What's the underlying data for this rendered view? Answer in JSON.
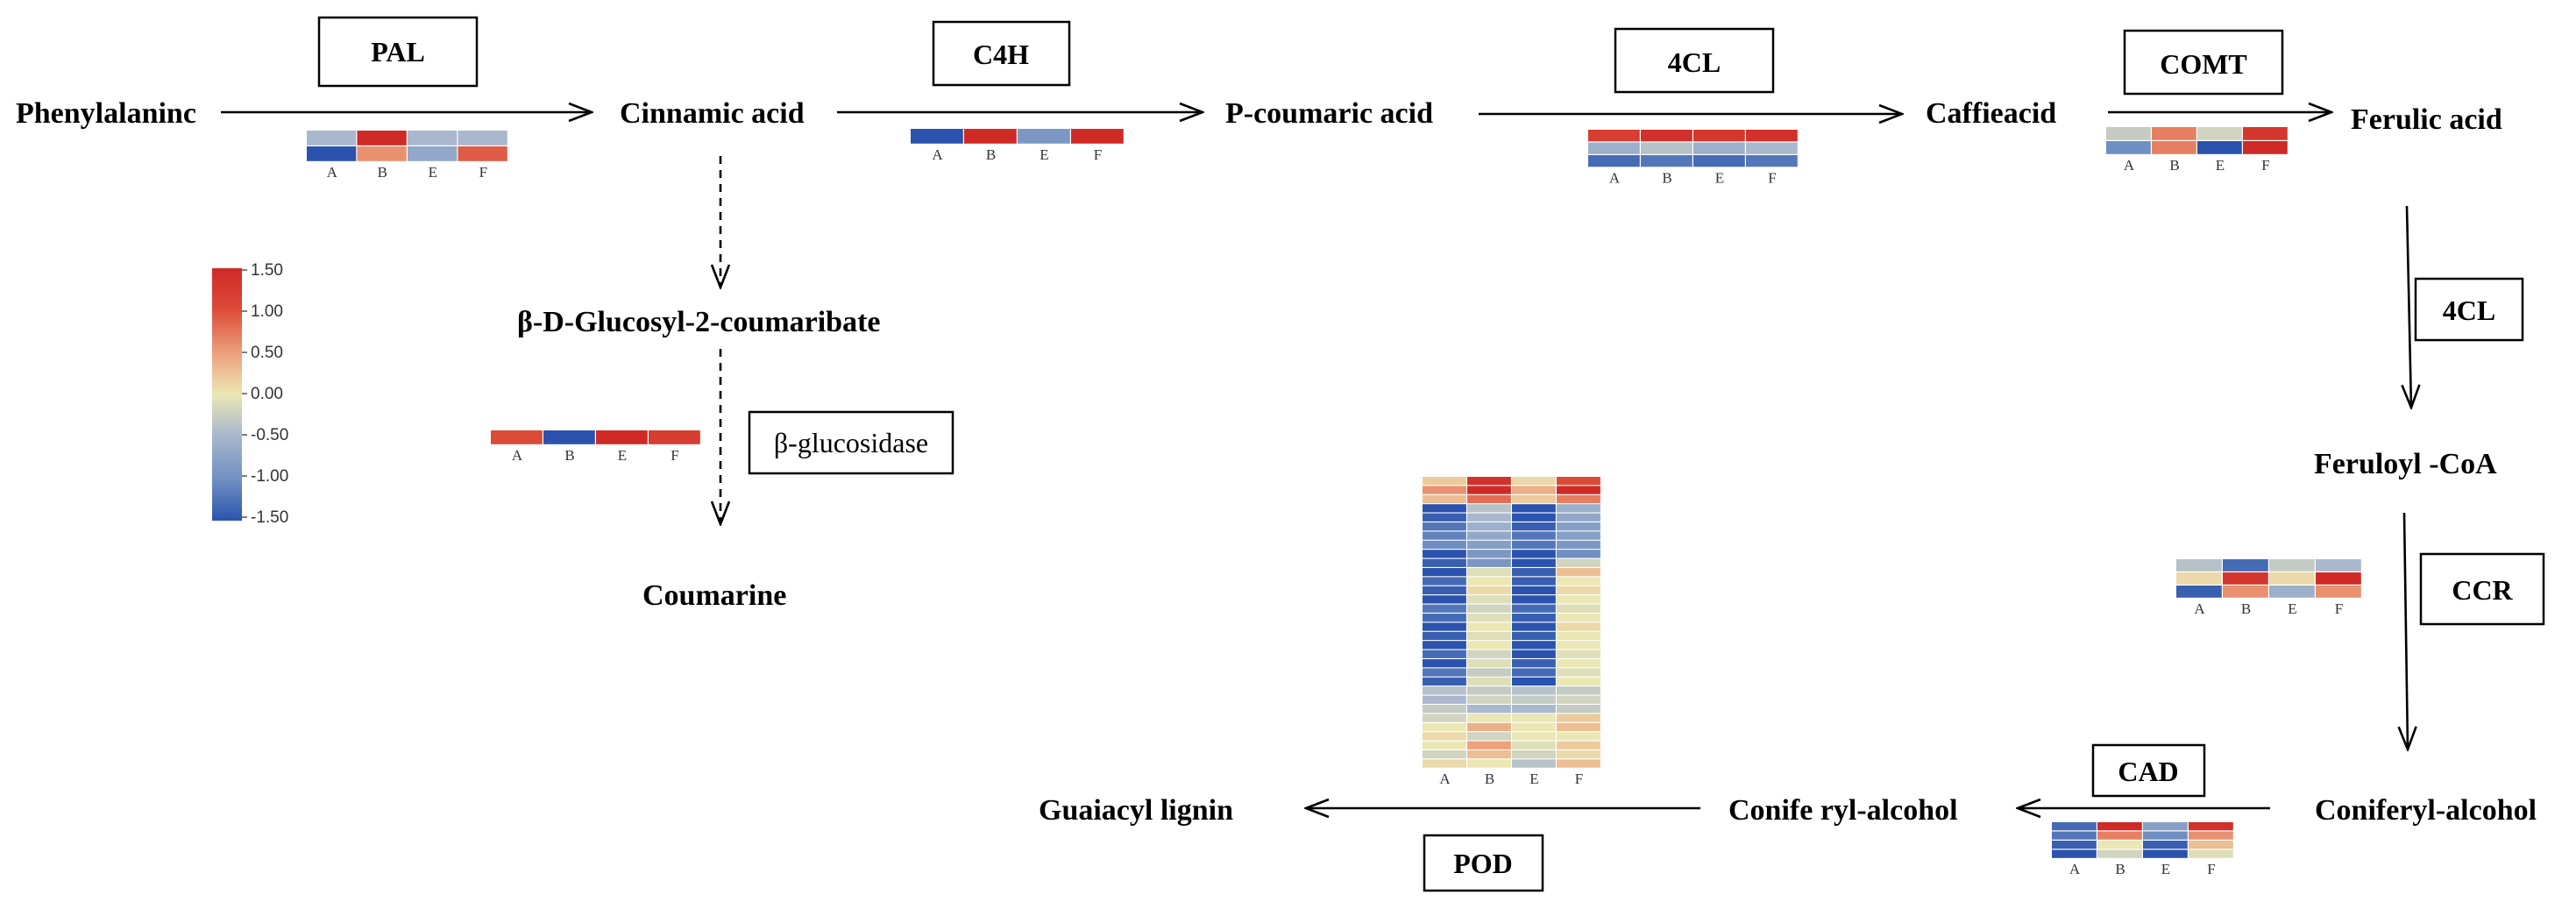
{
  "colors": {
    "scale": [
      "#2b53ad",
      "#6f8fc2",
      "#a9b8cd",
      "#ebe7b4",
      "#eca27d",
      "#dc4a38",
      "#cf2a26"
    ],
    "line": "#000000"
  },
  "color_scale": {
    "min": -1.5,
    "max": 1.5,
    "ticks": [
      "1.50",
      "1.00",
      "0.50",
      "0.00",
      "-0.50",
      "-1.00",
      "-1.50"
    ]
  },
  "compounds": {
    "phenylalanine": "Phenylalaninc",
    "cinnamic": "Cinnamic acid",
    "pcoumaric": "P-coumaric acid",
    "caffeic": "Caffieacid",
    "ferulic": "Ferulic acid",
    "glucosyl": "β-D-Glucosyl-2-coumaribate",
    "coumarine": "Coumarine",
    "feruloyl": "Feruloyl -CoA",
    "coniferyl": "Coniferyl-alcohol",
    "conife": "Conife ryl-alcohol",
    "guaiacyl": "Guaiacyl lignin"
  },
  "enzymes": {
    "pal": "PAL",
    "c4h": "C4H",
    "cl1": "4CL",
    "comt": "COMT",
    "cl2": "4CL",
    "bgluc": "β-glucosidase",
    "ccr": "CCR",
    "cad": "CAD",
    "pod": "POD"
  },
  "heatmaps": {
    "columns": [
      "A",
      "B",
      "E",
      "F"
    ],
    "pal": [
      [
        -0.5,
        1.5,
        -0.5,
        -0.5
      ],
      [
        -1.5,
        0.6,
        -0.7,
        0.9
      ]
    ],
    "c4h": [
      [
        -1.5,
        1.5,
        -0.9,
        1.5
      ]
    ],
    "cl": [
      [
        1.2,
        1.4,
        1.3,
        1.4
      ],
      [
        -0.6,
        -0.4,
        -0.6,
        -0.5
      ],
      [
        -1.3,
        -1.2,
        -1.3,
        -1.2
      ]
    ],
    "comt": [
      [
        -0.3,
        0.7,
        -0.2,
        1.3
      ],
      [
        -1.0,
        0.7,
        -1.5,
        1.5
      ]
    ],
    "bgluc": [
      [
        1.0,
        -1.5,
        1.5,
        1.2
      ]
    ],
    "ccr": [
      [
        -0.4,
        -1.3,
        -0.3,
        -0.5
      ],
      [
        0.1,
        1.3,
        0.1,
        1.5
      ],
      [
        -1.4,
        0.6,
        -0.6,
        0.6
      ]
    ],
    "cad": [
      [
        -1.3,
        1.5,
        -0.8,
        1.4
      ],
      [
        -1.2,
        0.7,
        -1.0,
        0.6
      ],
      [
        -1.4,
        0.0,
        -1.4,
        0.3
      ],
      [
        -1.5,
        -0.2,
        -1.5,
        -0.1
      ]
    ],
    "pod": [
      [
        0.2,
        1.4,
        0.1,
        1.0
      ],
      [
        0.6,
        1.5,
        0.4,
        1.5
      ],
      [
        0.3,
        0.8,
        0.2,
        0.7
      ],
      [
        -1.5,
        -0.4,
        -1.5,
        -0.6
      ],
      [
        -1.4,
        -0.5,
        -1.5,
        -0.7
      ],
      [
        -1.2,
        -0.6,
        -1.4,
        -0.8
      ],
      [
        -1.1,
        -0.7,
        -1.2,
        -0.8
      ],
      [
        -1.0,
        -0.8,
        -1.2,
        -0.9
      ],
      [
        -1.5,
        -0.9,
        -1.5,
        -1.0
      ],
      [
        -1.4,
        -0.9,
        -1.5,
        -0.2
      ],
      [
        -1.5,
        -0.1,
        -1.4,
        0.3
      ],
      [
        -1.3,
        0.0,
        -1.4,
        0.0
      ],
      [
        -1.4,
        0.1,
        -1.5,
        0.1
      ],
      [
        -1.5,
        -0.1,
        -1.5,
        0.0
      ],
      [
        -1.2,
        -0.2,
        -1.3,
        -0.1
      ],
      [
        -1.3,
        -0.1,
        -1.4,
        0.0
      ],
      [
        -1.5,
        0.0,
        -1.5,
        0.1
      ],
      [
        -1.4,
        -0.1,
        -1.4,
        0.0
      ],
      [
        -1.5,
        0.0,
        -1.5,
        0.0
      ],
      [
        -1.3,
        -0.2,
        -1.5,
        -0.1
      ],
      [
        -1.5,
        -0.1,
        -1.4,
        0.0
      ],
      [
        -1.2,
        -0.3,
        -1.3,
        -0.1
      ],
      [
        -1.4,
        -0.1,
        -1.5,
        0.0
      ],
      [
        -0.4,
        -0.3,
        -0.4,
        -0.3
      ],
      [
        -0.5,
        -0.2,
        -0.3,
        -0.2
      ],
      [
        -0.3,
        -0.5,
        -0.5,
        -0.3
      ],
      [
        -0.2,
        0.0,
        0.0,
        0.2
      ],
      [
        0.0,
        0.4,
        0.0,
        0.3
      ],
      [
        0.1,
        -0.2,
        0.0,
        0.0
      ],
      [
        0.0,
        0.5,
        -0.1,
        0.2
      ],
      [
        -0.2,
        0.3,
        -0.2,
        0.1
      ],
      [
        0.1,
        0.0,
        -0.4,
        0.3
      ]
    ]
  }
}
